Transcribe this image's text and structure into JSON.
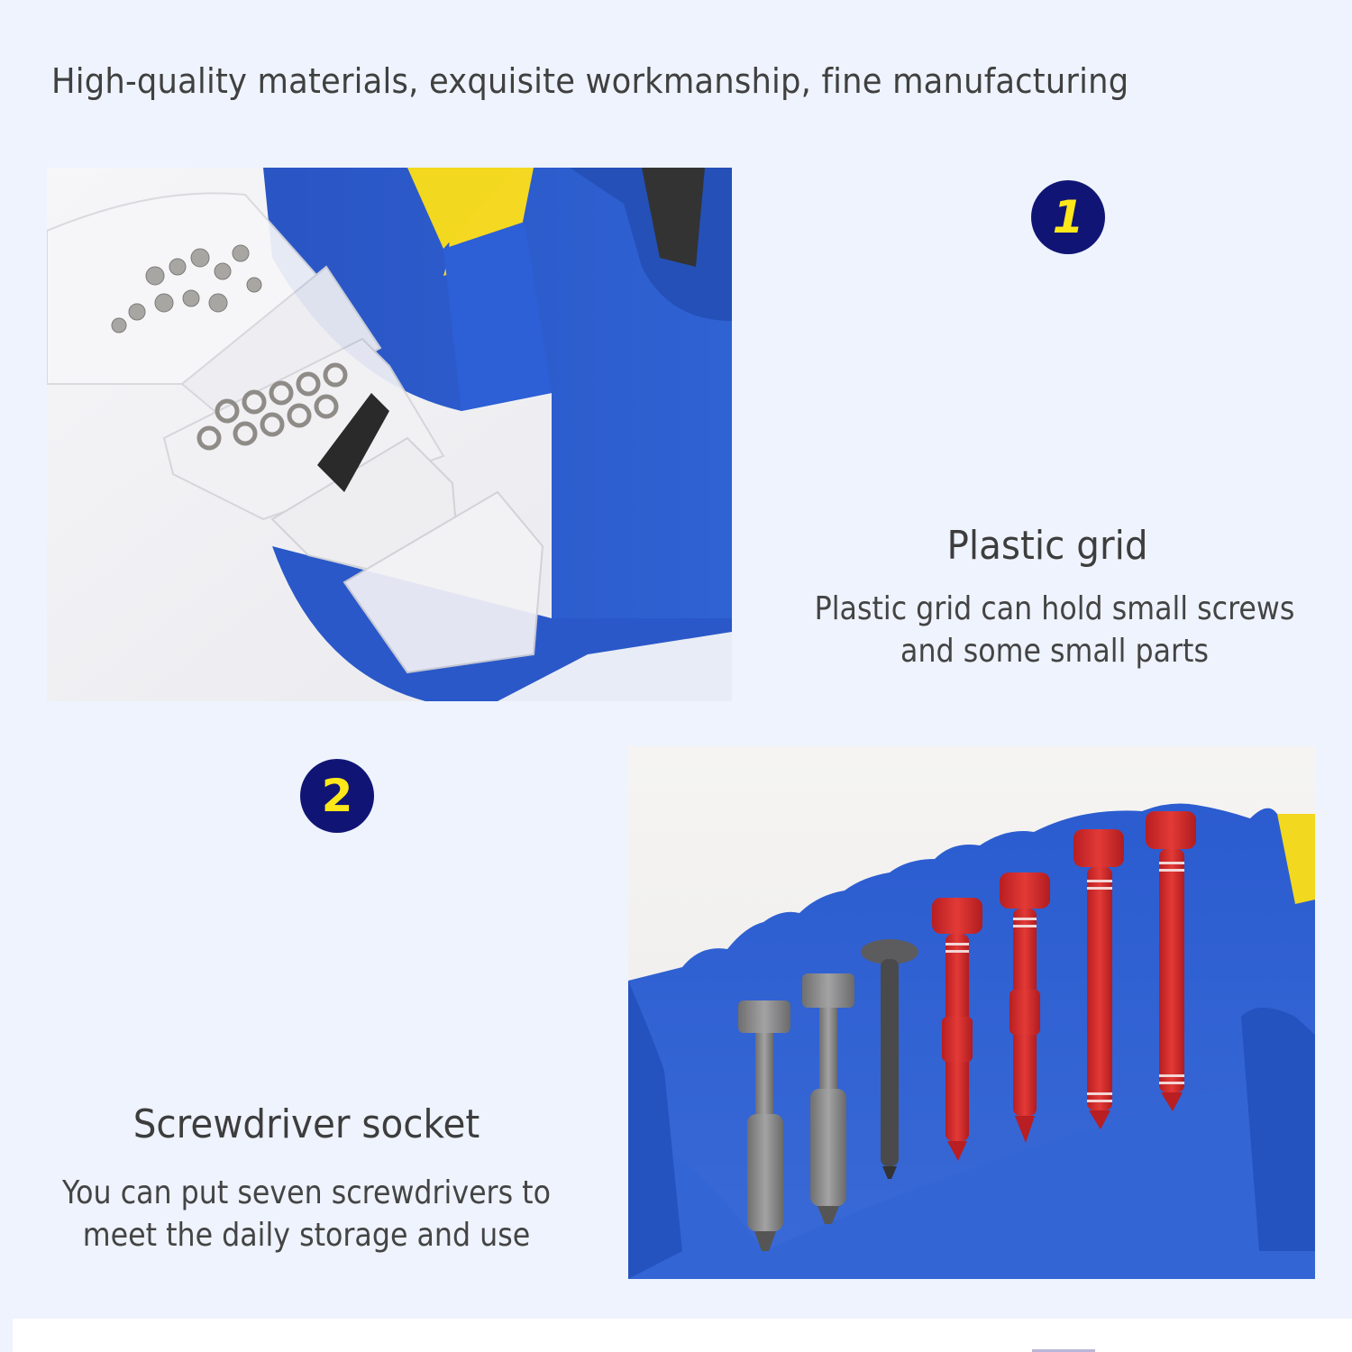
{
  "headline": "High-quality materials, exquisite workmanship, fine manufacturing",
  "colors": {
    "background": "#eef3fd",
    "badge_fill": "#101575",
    "badge_text": "#ffe81a",
    "product_blue": "#2e5fc8",
    "product_yellow": "#f2d81e",
    "screwdriver_red": "#d42a2a",
    "screwdriver_gray": "#8a8a8a"
  },
  "features": [
    {
      "number": "1",
      "title": "Plastic grid",
      "description_line1": "Plastic grid can hold small screws",
      "description_line2": "and some small parts",
      "image_alt": "Blue organizer with clear rotating plastic drawers holding screws and washers"
    },
    {
      "number": "2",
      "title": "Screwdriver socket",
      "description_line1": "You can put seven screwdrivers to",
      "description_line2": "meet the daily storage and use",
      "image_alt": "Blue organizer holding seven precision screwdrivers (three gray, four red)"
    }
  ]
}
